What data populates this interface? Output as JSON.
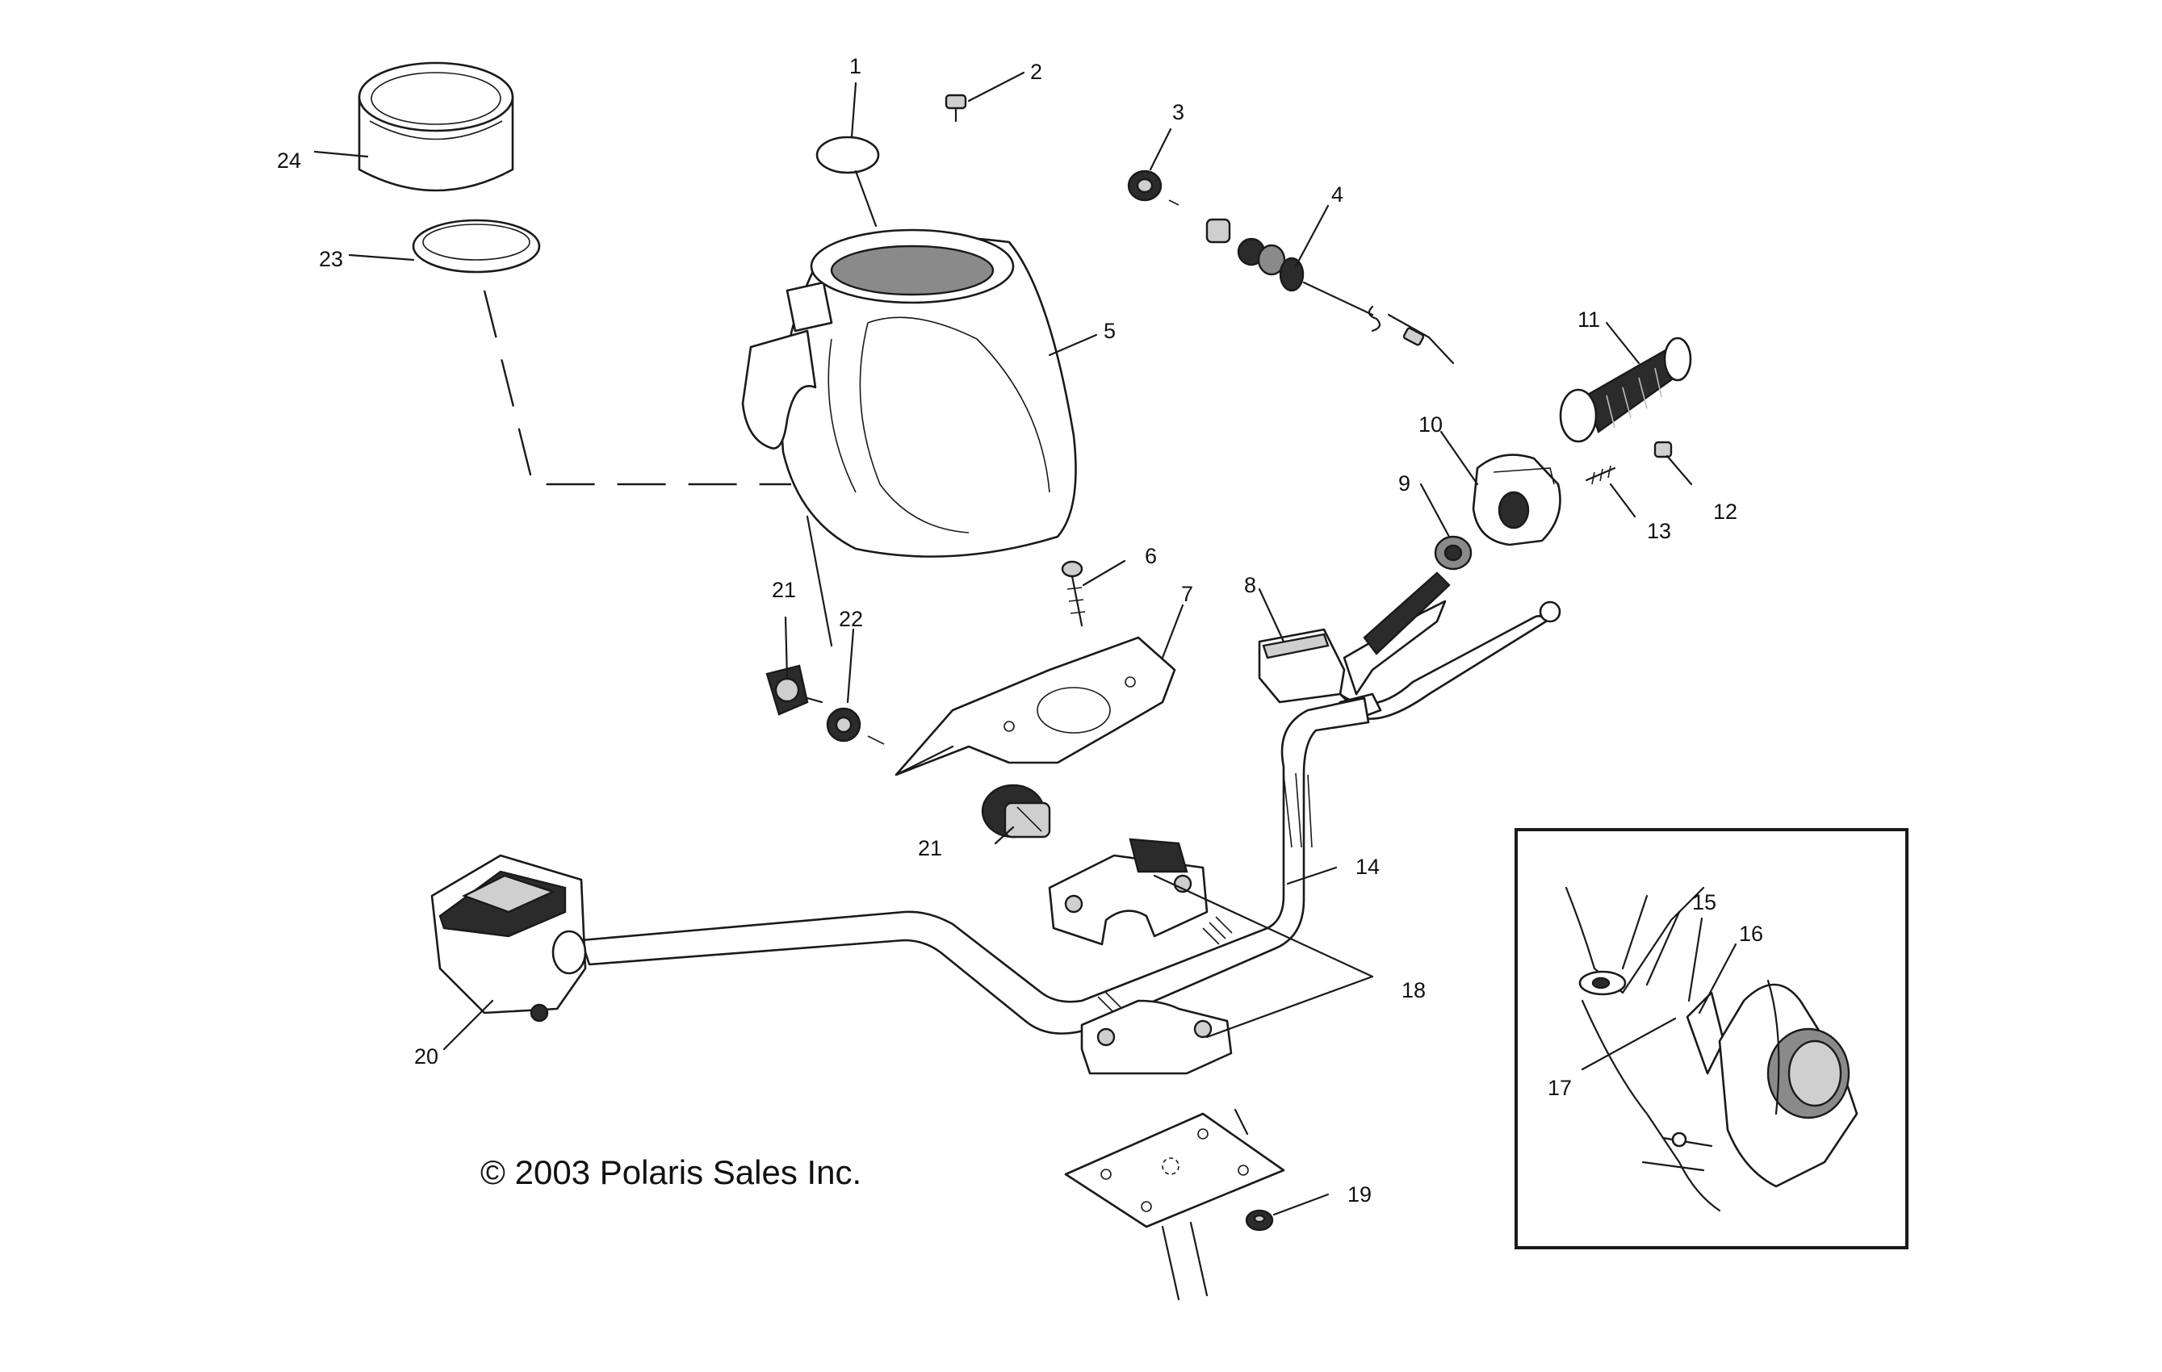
{
  "copyright": "© 2003 Polaris Sales Inc.",
  "callouts": [
    {
      "id": "c1",
      "label": "1"
    },
    {
      "id": "c2",
      "label": "2"
    },
    {
      "id": "c3",
      "label": "3"
    },
    {
      "id": "c4",
      "label": "4"
    },
    {
      "id": "c5",
      "label": "5"
    },
    {
      "id": "c6",
      "label": "6"
    },
    {
      "id": "c7",
      "label": "7"
    },
    {
      "id": "c8",
      "label": "8"
    },
    {
      "id": "c9",
      "label": "9"
    },
    {
      "id": "c10",
      "label": "10"
    },
    {
      "id": "c11",
      "label": "11"
    },
    {
      "id": "c12",
      "label": "12"
    },
    {
      "id": "c13",
      "label": "13"
    },
    {
      "id": "c14",
      "label": "14"
    },
    {
      "id": "c15",
      "label": "15"
    },
    {
      "id": "c16",
      "label": "16"
    },
    {
      "id": "c17",
      "label": "17"
    },
    {
      "id": "c18",
      "label": "18"
    },
    {
      "id": "c19",
      "label": "19"
    },
    {
      "id": "c20",
      "label": "20"
    },
    {
      "id": "c21a",
      "label": "21"
    },
    {
      "id": "c21b",
      "label": "21"
    },
    {
      "id": "c22",
      "label": "22"
    },
    {
      "id": "c23",
      "label": "23"
    },
    {
      "id": "c24",
      "label": "24"
    }
  ]
}
